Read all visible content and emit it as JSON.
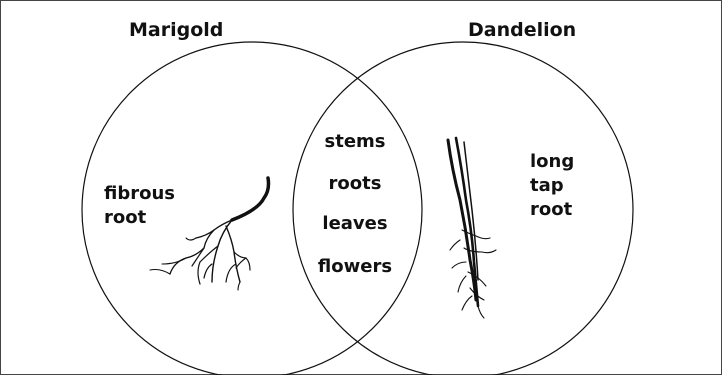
{
  "venn": {
    "left_title": "Marigold",
    "right_title": "Dandelion",
    "left_unique": [
      "fibrous",
      "root"
    ],
    "overlap": [
      "stems",
      "roots",
      "leaves",
      "flowers"
    ],
    "right_unique": [
      "long",
      "tap",
      "root"
    ]
  },
  "illustrations": {
    "left": "fibrous-root-drawing",
    "right": "tap-root-drawing"
  },
  "colors": {
    "stroke": "#111111",
    "background": "#ffffff"
  }
}
